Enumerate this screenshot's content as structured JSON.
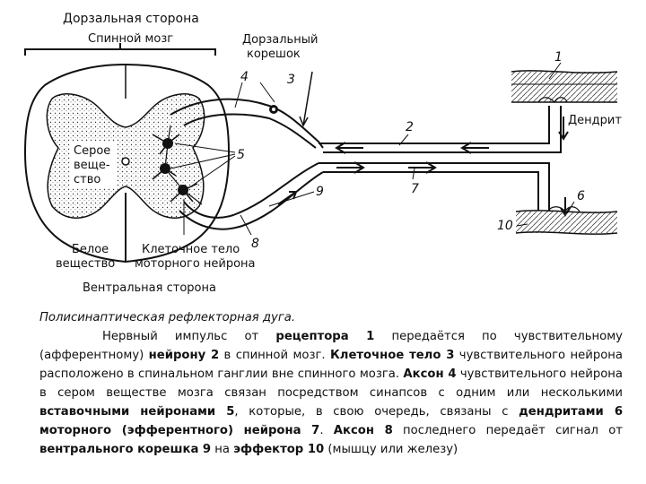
{
  "labels": {
    "dorsal_side": "Дорзальная сторона",
    "spinal_cord": "Спинной мозг",
    "dorsal_root_1": "Дорзальный",
    "dorsal_root_2": "корешок",
    "dendrite": "Дендрит",
    "gray_1": "Серое",
    "gray_2": "веще-",
    "gray_3": "ство",
    "white_1": "Белое",
    "white_2": "вещество",
    "cell_body_1": "Клеточное тело",
    "cell_body_2": "моторного нейрона",
    "ventral_side": "Вентральная сторона"
  },
  "numbers": {
    "n1": "1",
    "n2": "2",
    "n3": "3",
    "n4": "4",
    "n5": "5",
    "n6": "6",
    "n7": "7",
    "n8": "8",
    "n9": "9",
    "n10": "10"
  },
  "caption": {
    "title": "Полисинаптическая рефлекторная дуга.",
    "p1": "Нервный импульс от ",
    "b1": "рецептора 1",
    "p2": " передаётся по чувствительному (афферентному) ",
    "b2": "нейрону 2",
    "p3": " в спинной мозг. ",
    "b3": "Клеточное тело 3",
    "p4": " чувствительного нейрона расположено в спинальном ганглии вне спинного мозга. ",
    "b4": "Аксон 4",
    "p5": " чувствительного нейрона в сером веществе мозга связан посредством синапсов с одним или несколькими ",
    "b5": "вставочными нейронами 5",
    "p6": ", которые, в свою очередь, связаны с ",
    "b6": "дендритами 6 моторного (эфферентного) нейрона 7",
    "p7": ". ",
    "b7": "Аксон 8",
    "p8": " последнего передаёт сигнал от ",
    "b8": "вентрального корешка 9",
    "p9": " на ",
    "b9": "эффектор 10",
    "p10": " (мышцу или железу)"
  }
}
